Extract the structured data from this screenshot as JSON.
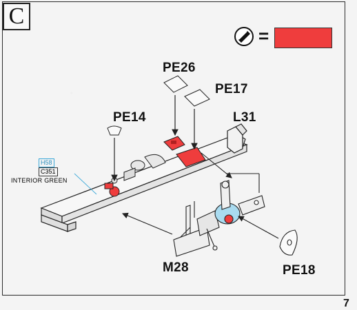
{
  "step": {
    "letter": "C"
  },
  "legend": {
    "icon": "paint-icon",
    "equals": "=",
    "swatch_color": "#ef3d3d"
  },
  "parts": {
    "pe26": "PE26",
    "pe17": "PE17",
    "pe14": "PE14",
    "l31": "L31",
    "m28": "M28",
    "pe18": "PE18"
  },
  "paint_callout": {
    "h_code": "H58",
    "c_code": "C351",
    "name": "INTERIOR GREEN"
  },
  "colors": {
    "paint_red": "#ef3d3d",
    "interior_blue": "#a9dbf0",
    "line": "#222222"
  },
  "page_number": "7"
}
